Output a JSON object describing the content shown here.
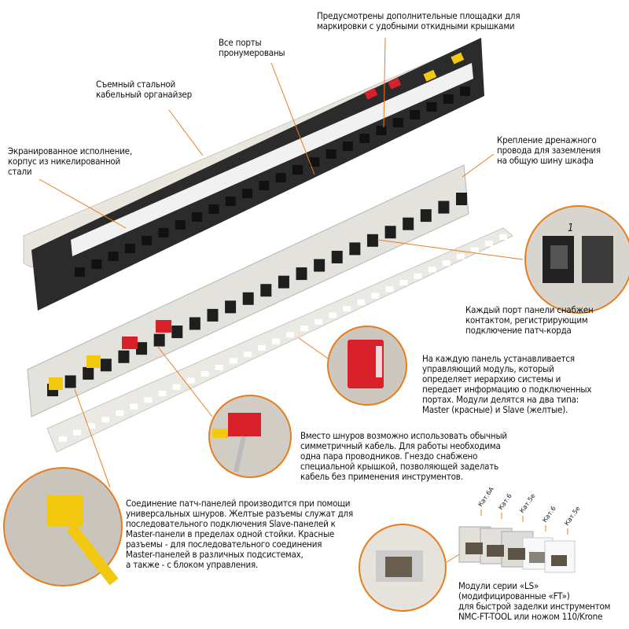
{
  "annotations": {
    "marking_pads": "Предусмотрены дополнительные площадки для\nмаркировки с удобными откидными крышками",
    "ports_numbered": "Все порты\nпронумерованы",
    "organizer": "Съемный стальной\nкабельный органайзер",
    "shielded": "Экранированное исполнение,\nкорпус из никелированной\nстали",
    "drain_wire": "Крепление дренажного\nпровода для заземления\nна общую шину шкафа",
    "port_contact": "Каждый порт панели снабжен\nконтактом, регистрирующим\nподключение патч-корда",
    "control_module": "На каждую панель устанавливается\nуправляющий модуль, который\nопределяет иерархию системы и\nпередает информацию о подключенных\nпортах. Модули делятся на два типа:\nMaster (красные) и Slave (желтые).",
    "cable_instead": "Вместо шнуров возможно использовать обычный\nсимметричный кабель. Для работы необходима\nодна пара проводников. Гнездо снабжено\nспециальной крышкой, позволяющей заделать\nкабель без применения инструментов.",
    "patch_connection": "Соединение патч-панелей производится при помощи\nуниверсальных шнуров. Желтые разъемы служат для\nпоследовательного подключения Slave-панелей к\nMaster-панели в пределах одной стойки. Красные\nразъемы - для последовательного соединения\nMaster-панелей в различных подсистемах,\nа также - с блоком управления.",
    "modules": "Модули серии «LS»\n(модифицированные «FT»)\nдля быстрой заделки инструментом\nNMC-FT-TOOL или ножом 110/Krone"
  },
  "module_labels": [
    "Кат.6А",
    "Кат.6",
    "Кат.5е",
    "Кат.6",
    "Кат.5е"
  ],
  "inset_port_number": "1",
  "colors": {
    "leader": "#e87d1e",
    "master": "#d8202a",
    "slave": "#f2c811",
    "panel_black": "#2a2a2a",
    "panel_light": "#e4e2dc"
  }
}
